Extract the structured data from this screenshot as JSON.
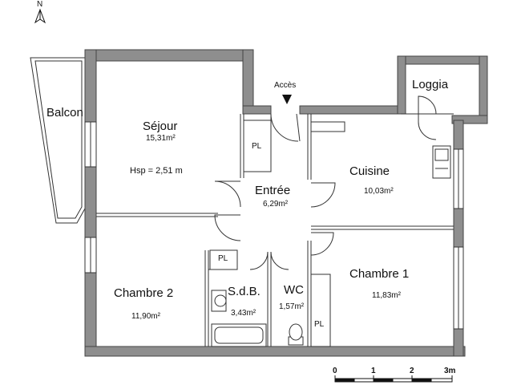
{
  "north_label": "N",
  "entrance_label": "Accès",
  "ceiling_height": "Hsp = 2,51 m",
  "rooms": {
    "sejour": {
      "name": "Séjour",
      "area": "15,31m²"
    },
    "balcon": {
      "name": "Balcon"
    },
    "loggia": {
      "name": "Loggia"
    },
    "entree": {
      "name": "Entrée",
      "area": "6,29m²"
    },
    "cuisine": {
      "name": "Cuisine",
      "area": "10,03m²"
    },
    "chambre1": {
      "name": "Chambre 1",
      "area": "11,83m²"
    },
    "chambre2": {
      "name": "Chambre 2",
      "area": "11,90m²"
    },
    "sdb": {
      "name": "S.d.B.",
      "area": "3,43m²"
    },
    "wc": {
      "name": "WC",
      "area": "1,57m²"
    }
  },
  "closet_label": "PL",
  "scale": {
    "ticks": [
      "0",
      "1",
      "2",
      "3m"
    ]
  },
  "colors": {
    "wall": "#8e8e8e",
    "line": "#333333",
    "window": "#ffffff"
  }
}
